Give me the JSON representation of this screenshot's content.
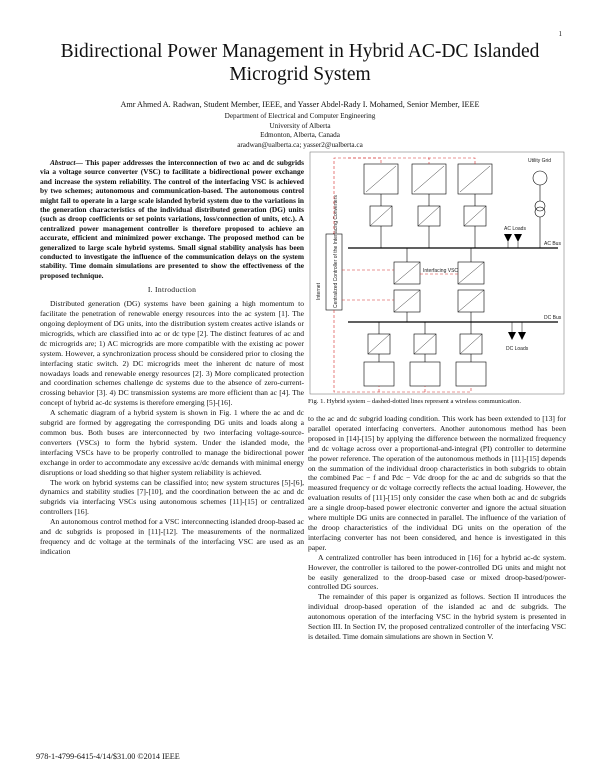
{
  "page_number": "1",
  "title": "Bidirectional Power Management in Hybrid AC-DC Islanded Microgrid System",
  "authors": "Amr Ahmed A. Radwan, Student Member, IEEE, and Yasser Abdel-Rady I. Mohamed, Senior Member, IEEE",
  "affiliation": {
    "dept": "Department of Electrical and Computer Engineering",
    "univ": "University of Alberta",
    "city": "Edmonton, Alberta, Canada",
    "email": "aradwan@ualberta.ca; yasser2@ualberta.ca"
  },
  "abstract": {
    "label": "Abstract—",
    "text": "This paper addresses the interconnection of two ac and dc subgrids via a voltage source converter (VSC) to facilitate a bidirectional power exchange and increase the system reliability. The control of the interfacing VSC is achieved by two schemes; autonomous and communication-based. The autonomous control might fail to operate in a large scale islanded hybrid system due to the variations in the generation characteristics of the individual distributed generation (DG) units (such as droop coefficients or set points variations, loss/connection of units, etc.). A centralized power management controller is therefore proposed to achieve an accurate, efficient and minimized power exchange. The proposed method can be generalized to large scale hybrid systems. Small signal stability analysis has been conducted to investigate the influence of the communication delays on the system stability. Time domain simulations are presented to show the effectiveness of the proposed technique."
  },
  "section1_title": "I. Introduction",
  "left_paragraphs": [
    "Distributed generation (DG) systems have been gaining a high momentum to facilitate the penetration of renewable energy resources into the ac system [1]. The ongoing deployment of DG units, into the distribution system creates active islands or microgrids, which are classified into ac or dc type [2]. The distinct features of ac and dc microgrids are; 1) AC microgrids are more compatible with the existing ac power system. However, a synchronization process should be considered prior to closing the interfacing static switch. 2) DC microgrids meet the inherent dc nature of most nowadays loads and renewable energy resources [2]. 3) More complicated protection and coordination schemes challenge dc systems due to the absence of zero-current-crossing behavior [3]. 4) DC transmission systems are more efficient than ac [4]. The concept of hybrid ac-dc systems is therefore emerging [5]-[16].",
    "A schematic diagram of a hybrid system is shown in Fig. 1 where the ac and dc subgrid are formed by aggregating the corresponding DG units and loads along a common bus. Both buses are interconnected by two interfacing voltage-source-converters (VSCs) to form the hybrid system. Under the islanded mode, the interfacing VSCs have to be properly controlled to manage the bidirectional power exchange in order to accommodate any excessive ac/dc demands with minimal energy disruptions or load shedding so that higher system reliability is achieved.",
    "The work on hybrid systems can be classified into; new system structures [5]-[6], dynamics and stability studies [7]-[10], and the coordination between the ac and dc subgrids via interfacing VSCs using autonomous schemes [11]-[15] or centralized controllers [16].",
    "An autonomous control method for a VSC interconnecting islanded droop-based ac and dc subgrids is proposed in [11]-[12]. The measurements of the normalized frequency and dc voltage at the terminals of the interfacing VSC are used as an indication"
  ],
  "right_paragraphs": [
    "to the ac and dc subgrid loading condition. This work has been extended to [13] for parallel operated interfacing converters. Another autonomous method has been proposed in [14]-[15] by applying the difference between the normalized frequency and dc voltage across over a proportional-and-integral (PI) controller to determine the power reference. The operation of the autonomous methods in [11]-[15] depends on the summation of the individual droop characteristics in both subgrids to obtain the combined Pac − f and Pdc − Vdc droop for the ac and dc subgrids so that the measured frequency or dc voltage correctly reflects the actual loading. However, the evaluation results of [11]-[15] only consider the case when both ac and dc subgrids are a single droop-based power electronic converter and ignore the actual situation where multiple DG units are connected in parallel. The influence of the variation of the droop characteristics of the individual DG units on the operation of the interfacing converter has not been considered, and hence is investigated in this paper.",
    "A centralized controller has been introduced in [16] for a hybrid ac-dc system. However, the controller is tailored to the power-controlled DG units and might not be easily generalized to the droop-based case or mixed droop-based/power-controlled DG sources.",
    "The remainder of this paper is organized as follows. Section II introduces the individual droop-based operation of the islanded ac and dc subgrids. The autonomous operation of the interfacing VSC in the hybrid system is presented in Section III. In Section IV, the proposed centralized controller of the interfacing VSC is detailed. Time domain simulations are shown in Section V."
  ],
  "figure": {
    "caption": "Fig. 1. Hybrid system – dashed-dotted lines represent a wireless communication.",
    "labels": {
      "utility": "Utility Grid",
      "ac_loads": "AC Loads",
      "ac_bus": "AC Bus",
      "dc_bus": "DC Bus",
      "dc_loads": "DC Loads",
      "controller": "Centralized Controller of the Interfacing Converters",
      "interface": "Interfacing VSC",
      "internet": "Internet"
    }
  },
  "footer": "978-1-4799-6415-4/14/$31.00 ©2014 IEEE"
}
